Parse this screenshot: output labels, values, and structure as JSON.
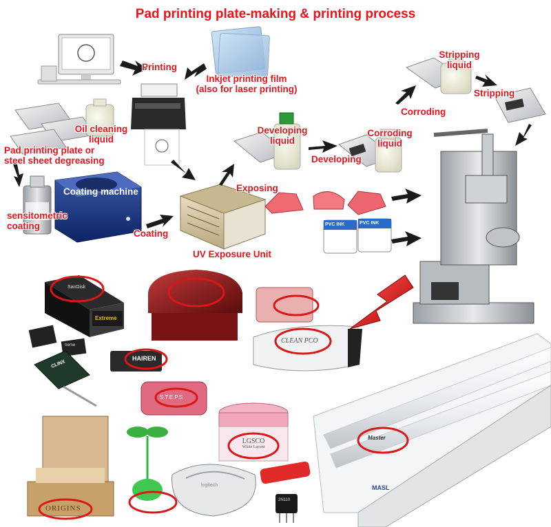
{
  "title": "Pad printing plate-making & printing process",
  "steps": {
    "printing": "Printing",
    "inkjet_film": [
      "Inkjet printing film",
      "(also for laser printing)"
    ],
    "oil_cleaning": [
      "Oil cleaning",
      "liquid"
    ],
    "degreasing": [
      "Pad printing plate or",
      "steel sheet degreasing"
    ],
    "coating_machine": "Coating machine",
    "sensitometric": [
      "sensitometric",
      "coating"
    ],
    "coating": "Coating",
    "uv_unit": "UV Exposure Unit",
    "exposing": "Exposing",
    "developing_liquid": [
      "Developing",
      "liquid"
    ],
    "developing": "Developing",
    "corroding_liquid": [
      "Corroding",
      "liquid"
    ],
    "corroding": "Corroding",
    "stripping_liquid": [
      "Stripping",
      "liquid"
    ],
    "stripping": "Stripping"
  },
  "product_labels": {
    "ink": "PVC INK",
    "card_reader": "SanDisk",
    "sd_card": "Extreme",
    "memory": "treme",
    "chip": "CLINX",
    "usb": "HAIREN",
    "clean_pco": "CLEAN PCO",
    "steps_brand": "S.T.E.P.S",
    "lgsco": [
      "LGSCO",
      "White Lucent"
    ],
    "origins": "ORIGINS",
    "mouse": "logitech",
    "transistor": "2N110",
    "tube_brand": "Master",
    "fixture_brand": "MASL"
  },
  "colors": {
    "label_red": "#e8141c",
    "highlight_ring": "#d81818",
    "arrow": "#1a1a1a",
    "big_arrow": "#e01818"
  }
}
